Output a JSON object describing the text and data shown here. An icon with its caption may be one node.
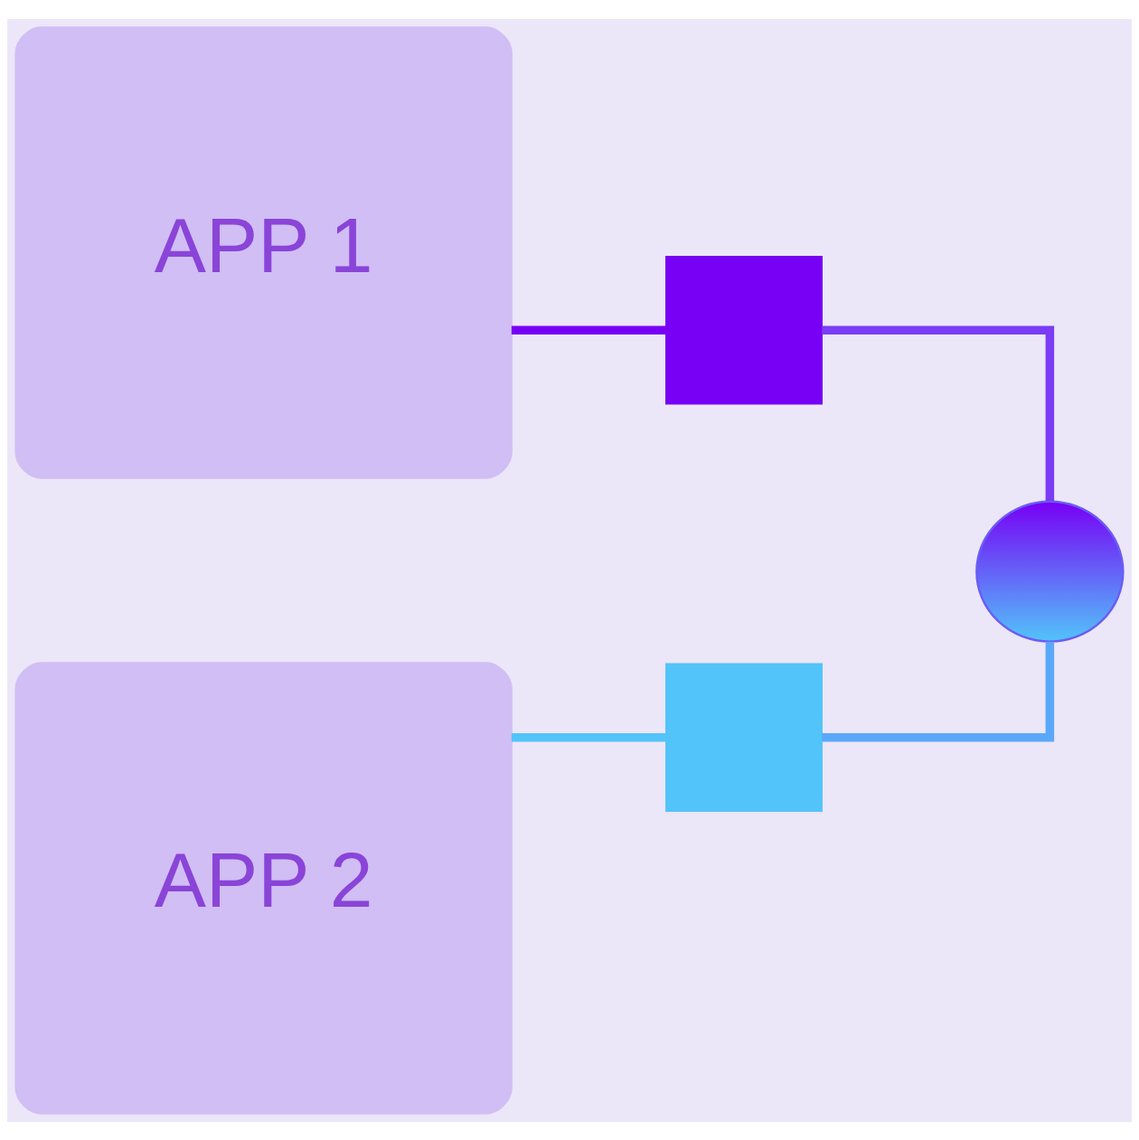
{
  "diagram": {
    "nodes": [
      {
        "text": [
          "APP 1"
        ]
      },
      {
        "text": [
          "APP 2"
        ]
      },
      {
        "text": [],
        "shape": "box"
      },
      {
        "text": [],
        "shape": "box"
      },
      {
        "text": [],
        "shape": "circle"
      }
    ],
    "edges": [
      {
        "from": 0,
        "to": 2,
        "arrow": "none",
        "color": "#7700f5"
      },
      {
        "from": 1,
        "to": 3,
        "arrow": "none",
        "color": "#52c4fa"
      },
      {
        "from": 2,
        "to": 4,
        "arrow": "none",
        "color": "#7a3cf5"
      },
      {
        "from": 3,
        "to": 4,
        "arrow": "none",
        "color": "#5aa8fa"
      }
    ]
  }
}
